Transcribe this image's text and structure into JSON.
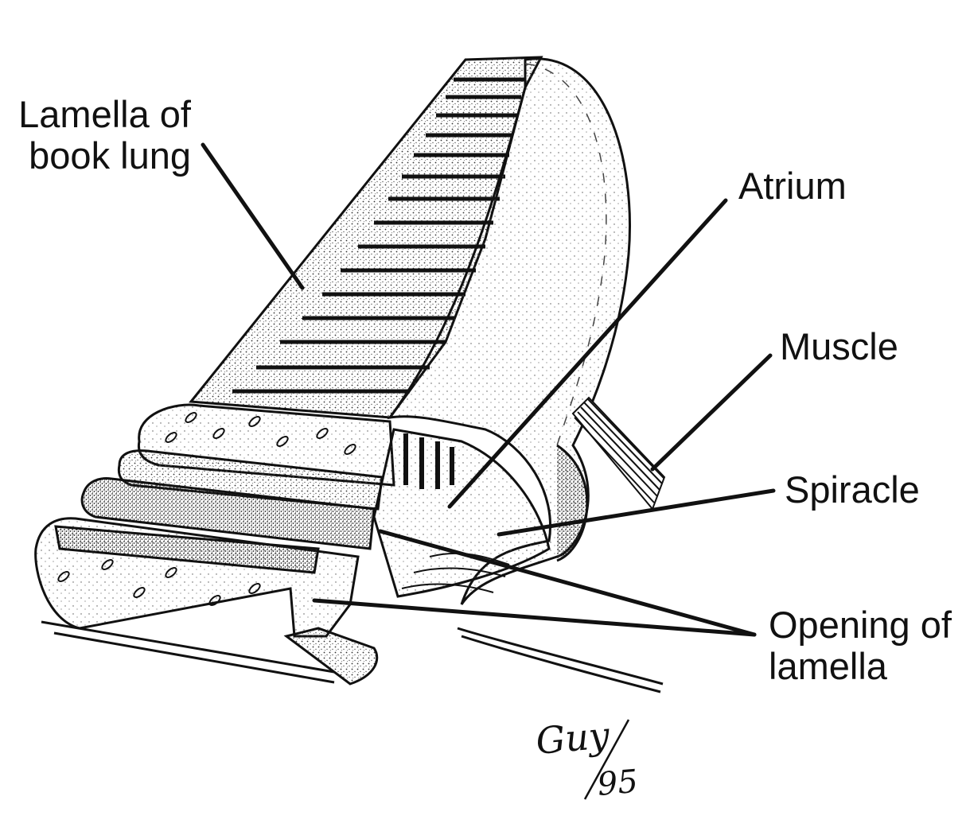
{
  "labels": {
    "lamella_line1": "Lamella of",
    "lamella_line2": "book lung",
    "atrium": "Atrium",
    "muscle": "Muscle",
    "spiracle": "Spiracle",
    "opening_line1": "Opening of",
    "opening_line2": "lamella"
  },
  "signature": {
    "line1": "Guy",
    "line2": "95"
  },
  "colors": {
    "ink": "#111111",
    "paper": "#ffffff",
    "stipple": "#555555"
  }
}
